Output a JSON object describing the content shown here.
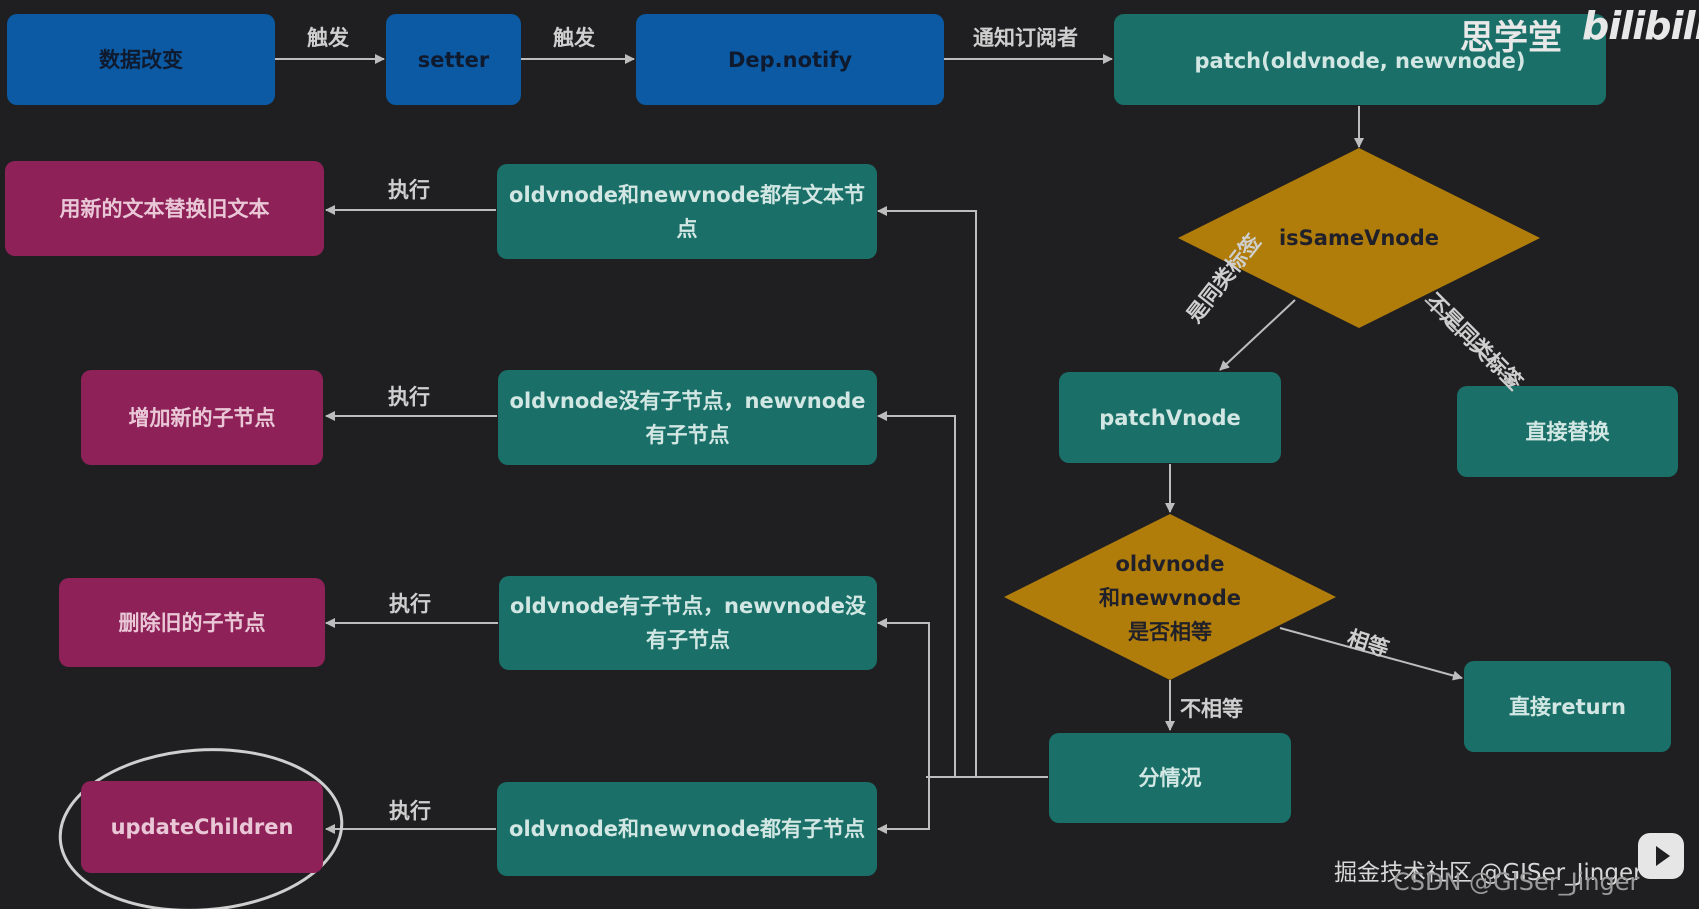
{
  "nodes": {
    "data_change": "数据改变",
    "setter": "setter",
    "dep_notify": "Dep.notify",
    "patch": "patch(oldvnode, newvnode)",
    "is_same_vnode": "isSameVnode",
    "patch_vnode": "patchVnode",
    "replace_direct": "直接替换",
    "vnode_equal": [
      "oldvnode",
      "和newvnode",
      "是否相等"
    ],
    "return_direct": "直接return",
    "case_split": "分情况",
    "cond_text": [
      "oldvnode和newvnode都有文本节",
      "点"
    ],
    "cond_old_no_children": [
      "oldvnode没有子节点，newvnode",
      "有子节点"
    ],
    "cond_old_children": [
      "oldvnode有子节点，newvnode没",
      "有子节点"
    ],
    "cond_both_children": "oldvnode和newvnode都有子节点",
    "act_replace_text": "用新的文本替换旧文本",
    "act_add_children": "增加新的子节点",
    "act_remove_children": "删除旧的子节点",
    "act_update_children": "updateChildren"
  },
  "labels": {
    "trigger1": "触发",
    "trigger2": "触发",
    "notify_subscribers": "通知订阅者",
    "same_tag": "是同类标签",
    "not_same_tag": "不是同类标签",
    "equal": "相等",
    "not_equal": "不相等",
    "exec": "执行"
  },
  "watermarks": {
    "brand": "思学堂",
    "bili": "bilibili",
    "juejin": "掘金技术社区 @GISer_Jinger",
    "csdn": "CSDN @GISer_Jinger"
  },
  "colors": {
    "blue": "#0b5aa3",
    "teal": "#1a7068",
    "magenta": "#8e2158",
    "gold": "#b07d0b",
    "background": "#1f1f21",
    "arrow": "#bdbdbd"
  }
}
